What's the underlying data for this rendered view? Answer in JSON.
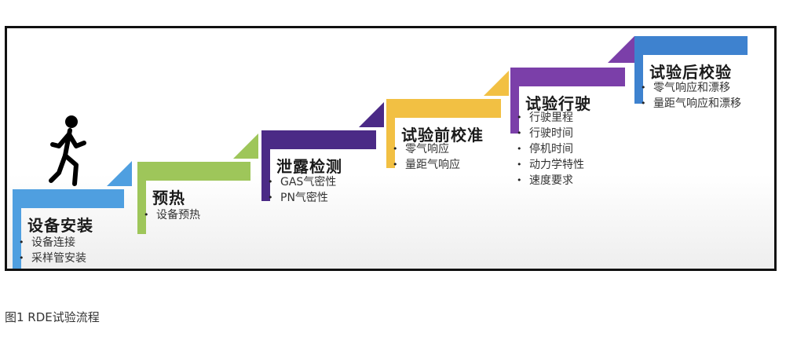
{
  "diagram": {
    "steps": [
      {
        "title": "设备安装",
        "items": [
          "设备连接",
          "采样管安装"
        ],
        "color": "#4f9fe0"
      },
      {
        "title": "预热",
        "items": [
          "设备预热"
        ],
        "color": "#9ec65a"
      },
      {
        "title": "泄露检测",
        "items": [
          "GAS气密性",
          "PN气密性"
        ],
        "color": "#4b2a86"
      },
      {
        "title": "试验前校准",
        "items": [
          "零气响应",
          "量距气响应"
        ],
        "color": "#f2c043"
      },
      {
        "title": "试验行驶",
        "items": [
          "行驶里程",
          "行驶时间",
          "停机时间",
          "动力学特性",
          "速度要求"
        ],
        "color": "#7b3fa9"
      },
      {
        "title": "试验后校验",
        "items": [
          "零气响应和漂移",
          "量距气响应和漂移"
        ],
        "color": "#3e82cf"
      }
    ]
  },
  "caption": "图1 RDE试验流程"
}
